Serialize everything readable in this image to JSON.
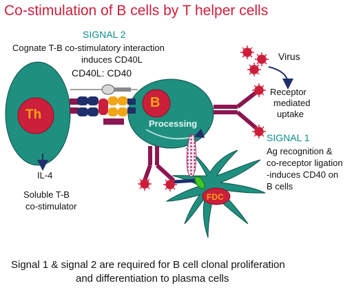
{
  "title": "Co-stimulation of B cells by T helper cells",
  "signal2": {
    "heading": "SIGNAL 2",
    "line1": "Cognate T-B co-stimulatory interaction",
    "line2": "induces CD40L",
    "pair": "CD40L: CD40"
  },
  "virus_label": "Virus",
  "uptake": {
    "line1": "Receptor",
    "line2": "mediated",
    "line3": "uptake"
  },
  "signal1": {
    "heading": "SIGNAL 1",
    "line1": "Ag recognition &",
    "line2": "co-receptor ligation",
    "line3": "-induces CD40 on",
    "line4": "B cells"
  },
  "cells": {
    "th": "Th",
    "b": "B",
    "processing": "Processing",
    "fdc": "FDC"
  },
  "il4": "IL-4",
  "soluble": {
    "line1": "Soluble T-B",
    "line2": "co-stimulator"
  },
  "footer": {
    "line1": "Signal 1 & signal 2 are required for B cell clonal proliferation",
    "line2": "and differentiation to plasma cells"
  },
  "colors": {
    "title": "#cc1f3b",
    "cell_teal": "#1f8f7f",
    "nucleus_red": "#cc1f3b",
    "receptor_maroon": "#8b1650",
    "signal_heading": "#0a8f8a",
    "orange": "#f2a516",
    "navy": "#1e2f6b"
  }
}
